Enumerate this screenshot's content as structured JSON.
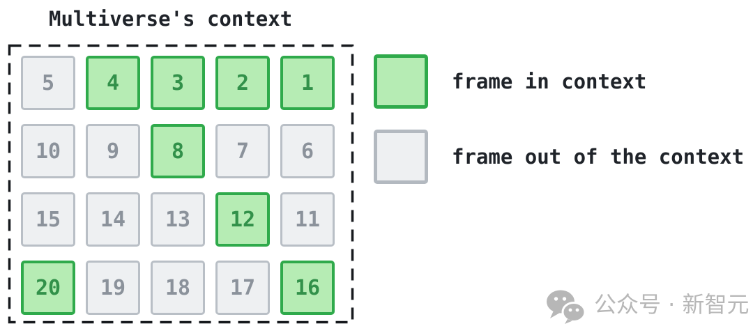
{
  "title": "Multiverse's context",
  "grid": {
    "rows": 4,
    "cols": 5,
    "cells": [
      {
        "label": "5",
        "in_context": false
      },
      {
        "label": "4",
        "in_context": true
      },
      {
        "label": "3",
        "in_context": true
      },
      {
        "label": "2",
        "in_context": true
      },
      {
        "label": "1",
        "in_context": true
      },
      {
        "label": "10",
        "in_context": false
      },
      {
        "label": "9",
        "in_context": false
      },
      {
        "label": "8",
        "in_context": true
      },
      {
        "label": "7",
        "in_context": false
      },
      {
        "label": "6",
        "in_context": false
      },
      {
        "label": "15",
        "in_context": false
      },
      {
        "label": "14",
        "in_context": false
      },
      {
        "label": "13",
        "in_context": false
      },
      {
        "label": "12",
        "in_context": true
      },
      {
        "label": "11",
        "in_context": false
      },
      {
        "label": "20",
        "in_context": true
      },
      {
        "label": "19",
        "in_context": false
      },
      {
        "label": "18",
        "in_context": false
      },
      {
        "label": "17",
        "in_context": false
      },
      {
        "label": "16",
        "in_context": true
      }
    ]
  },
  "legend": [
    {
      "label": "frame in context",
      "swatch": "in-context"
    },
    {
      "label": "frame out of the context",
      "swatch": "out-of-context"
    }
  ],
  "watermark": {
    "icon": "wechat-icon",
    "text": "公众号 · 新智元"
  },
  "colors": {
    "in_context_fill": "#b6ecb4",
    "in_context_border": "#2faa4b",
    "in_context_text": "#32914a",
    "out_context_fill": "#eef0f2",
    "out_context_border": "#b9bfc6",
    "out_context_text": "#8b929b",
    "boundary_dash": "#16191d",
    "label_text": "#1f2329",
    "watermark_gray": "#b7b7b7"
  }
}
